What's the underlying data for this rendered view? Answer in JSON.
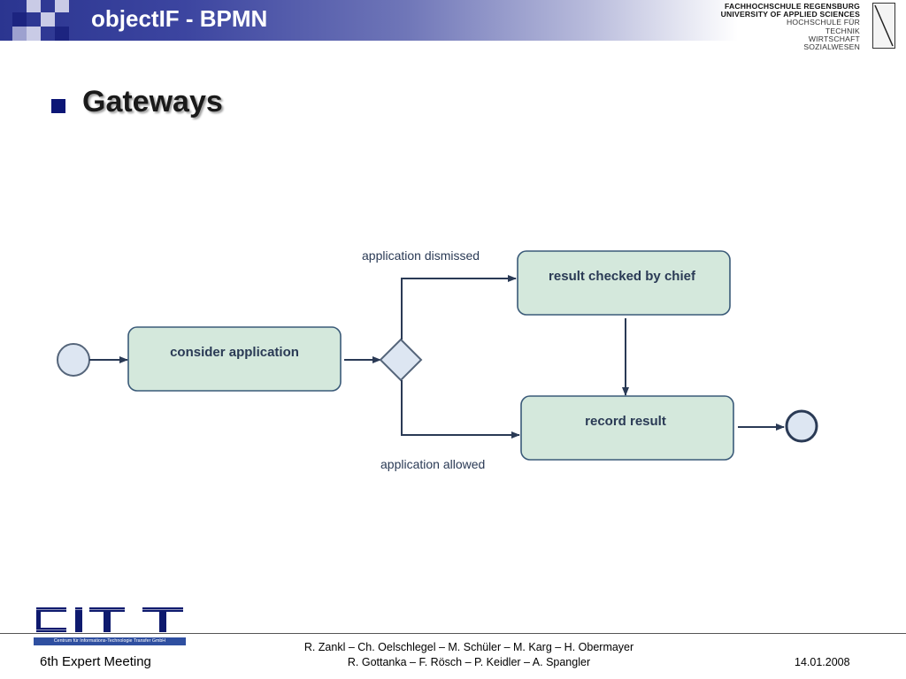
{
  "header": {
    "title": "objectIF - BPMN",
    "university": {
      "line1": "FACHHOCHSCHULE REGENSBURG",
      "line2": "UNIVERSITY OF APPLIED SCIENCES",
      "line3": "HOCHSCHULE FÜR",
      "line4": "TECHNIK",
      "line5": "WIRTSCHAFT",
      "line6": "SOZIALWESEN"
    }
  },
  "slide": {
    "heading": "Gateways"
  },
  "diagram": {
    "tasks": {
      "consider": "consider application",
      "checked": "result checked by chief",
      "record": "record result"
    },
    "flows": {
      "dismissed": "application dismissed",
      "allowed": "application allowed"
    },
    "colors": {
      "task_fill": "#d4e8dc",
      "task_border": "#3a5a78",
      "event_fill": "#dde6f2",
      "line": "#2a3a55"
    }
  },
  "footer": {
    "logo_band_text": "Centrum für Informations-Technologie Transfer GmbH",
    "meeting": "6th Expert Meeting",
    "authors_line1": "R. Zankl – Ch. Oelschlegel – M. Schüler – M. Karg – H. Obermayer",
    "authors_line2": "R. Gottanka – F. Rösch – P. Keidler – A. Spangler",
    "date": "14.01.2008"
  }
}
